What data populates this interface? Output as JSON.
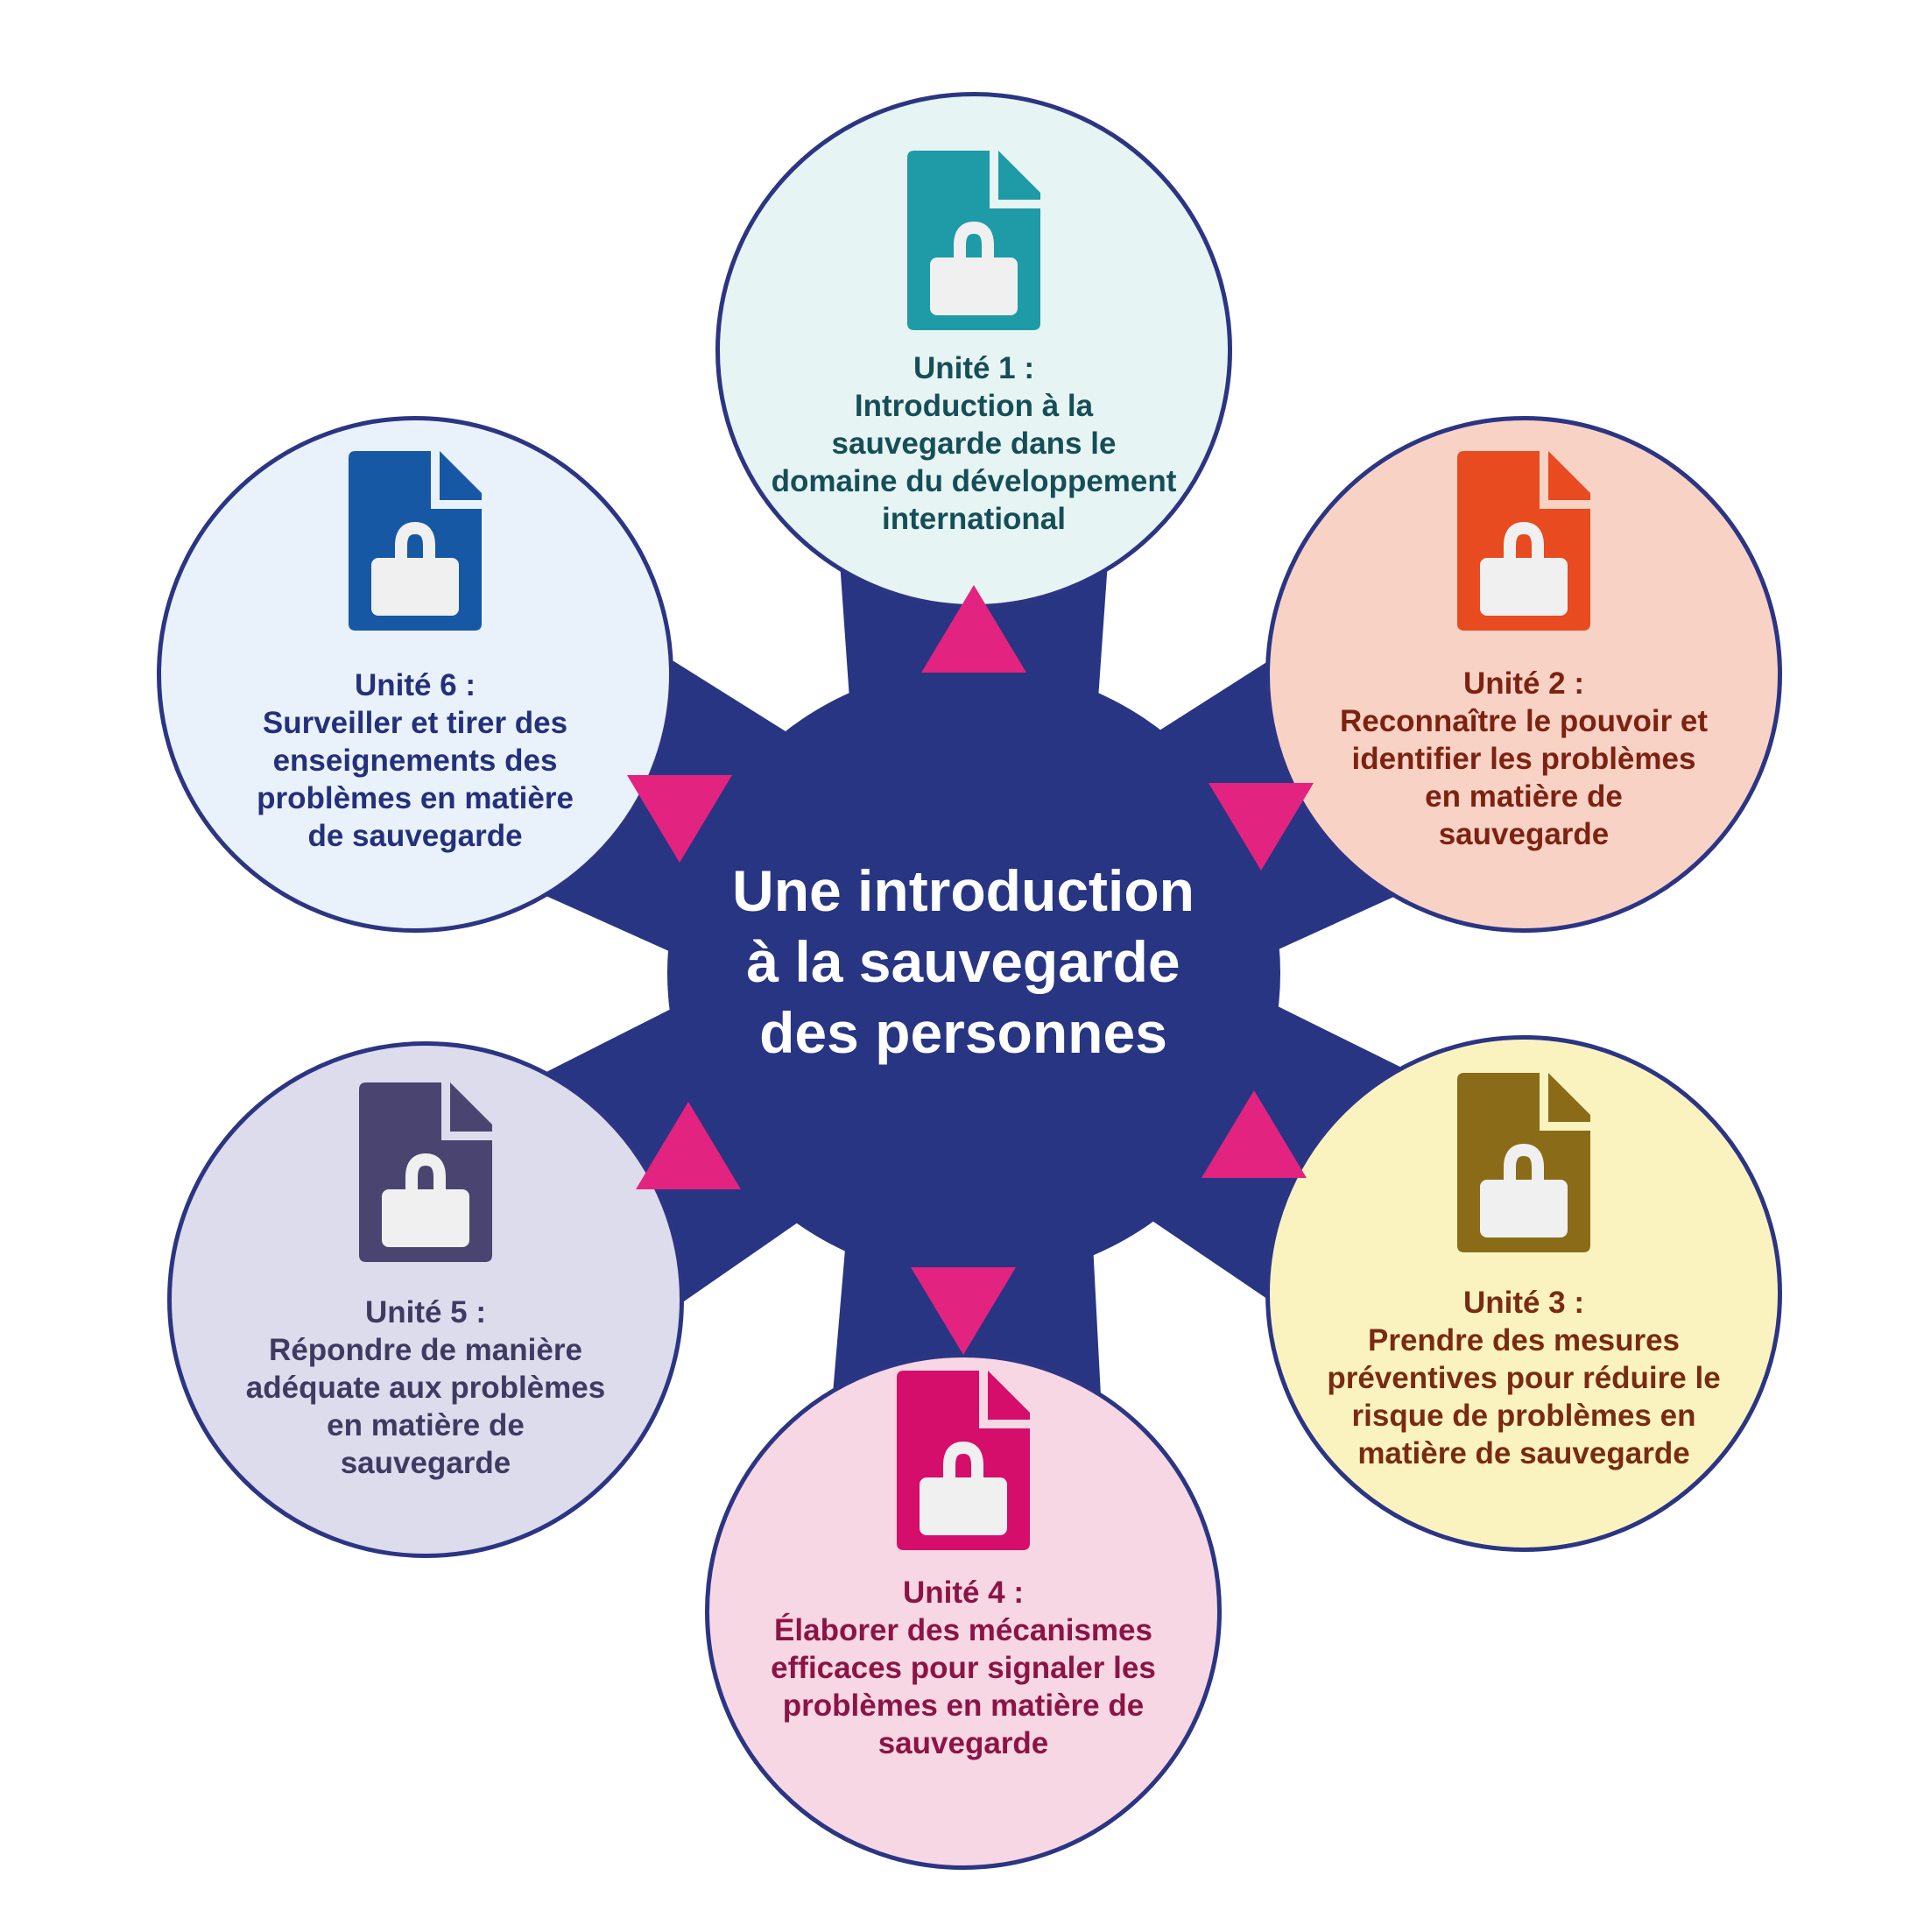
{
  "title": [
    "Une introduction",
    "à la sauvegarde",
    "des personnes"
  ],
  "colors": {
    "hub": "#283583",
    "arrow": "#e2237f",
    "outline": "#2b3583"
  },
  "units": [
    {
      "id": "unit-1",
      "heading": "Unité 1 :",
      "lines": [
        "Introduction à la",
        "sauvegarde dans le",
        "domaine du développement",
        "international"
      ],
      "fill": "#e7f4f4",
      "icon_color": "#1f9aa7",
      "text_color": "#154e57",
      "icon": "lock-document-icon"
    },
    {
      "id": "unit-2",
      "heading": "Unité 2 :",
      "lines": [
        "Reconnaître le pouvoir et",
        "identifier les problèmes",
        "en matière de",
        "sauvegarde"
      ],
      "fill": "#f9d2c6",
      "icon_color": "#e84b1f",
      "text_color": "#7d2211",
      "icon": "lock-document-icon"
    },
    {
      "id": "unit-3",
      "heading": "Unité 3 :",
      "lines": [
        "Prendre des mesures",
        "préventives pour réduire le",
        "risque de problèmes en",
        "matière de sauvegarde"
      ],
      "fill": "#fbf3bf",
      "icon_color": "#8a6b17",
      "text_color": "#7a2a12",
      "icon": "lock-document-icon"
    },
    {
      "id": "unit-4",
      "heading": "Unité 4 :",
      "lines": [
        "Élaborer des mécanismes",
        "efficaces pour signaler les",
        "problèmes en matière de",
        "sauvegarde"
      ],
      "fill": "#f7d7e3",
      "icon_color": "#d50d6b",
      "text_color": "#8b1446",
      "icon": "lock-document-icon"
    },
    {
      "id": "unit-5",
      "heading": "Unité 5 :",
      "lines": [
        "Répondre de manière",
        "adéquate aux problèmes",
        "en matière de",
        "sauvegarde"
      ],
      "fill": "#dddcec",
      "icon_color": "#4a4570",
      "text_color": "#3f3a62",
      "icon": "lock-document-icon"
    },
    {
      "id": "unit-6",
      "heading": "Unité 6 :",
      "lines": [
        "Surveiller et tirer des",
        "enseignements des",
        "problèmes en matière",
        "de sauvegarde"
      ],
      "fill": "#e9f1fa",
      "icon_color": "#1758a4",
      "text_color": "#24307a",
      "icon": "lock-document-icon"
    }
  ]
}
